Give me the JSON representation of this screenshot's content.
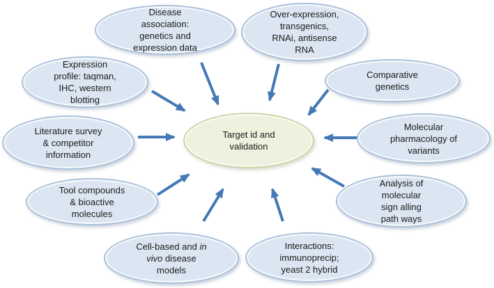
{
  "diagram": {
    "title_hidden": "",
    "center": {
      "label": "Target id and\nvalidation"
    },
    "nodes": [
      {
        "id": "disease-association",
        "label": "Disease\nassociation:\ngenetics and\nexpression data"
      },
      {
        "id": "over-expression",
        "label": "Over-expression,\ntransgenics,\nRNAi, antisense\nRNA"
      },
      {
        "id": "expression-profile",
        "label": "Expression\nprofile: taqman,\nIHC, western\nblotting"
      },
      {
        "id": "comparative-genetics",
        "label": "Comparative\ngenetics"
      },
      {
        "id": "literature-survey",
        "label": "Literature survey\n& competitor\ninformation"
      },
      {
        "id": "molecular-pharmacology",
        "label": "Molecular\npharmacology of\nvariants"
      },
      {
        "id": "tool-compounds",
        "label": "Tool compounds\n& bioactive\nmolecules"
      },
      {
        "id": "analysis-signalling",
        "label": "Analysis of\nmolecular\nsign alling\npath ways"
      },
      {
        "id": "cell-based-models",
        "label": "Cell-based and *in*\n*vivo* disease\nmodels"
      },
      {
        "id": "interactions",
        "label": "Interactions:\nimmunoprecip;\nyeast 2 hybrid"
      }
    ]
  },
  "colors": {
    "node_fill": "#dce6f2",
    "node_border": "#a9c0db",
    "center_fill": "#eef1de",
    "center_border": "#cbd5a5",
    "arrow_color": "#4478b6",
    "text_color": "#1a1a1a",
    "background": "#ffffff"
  }
}
